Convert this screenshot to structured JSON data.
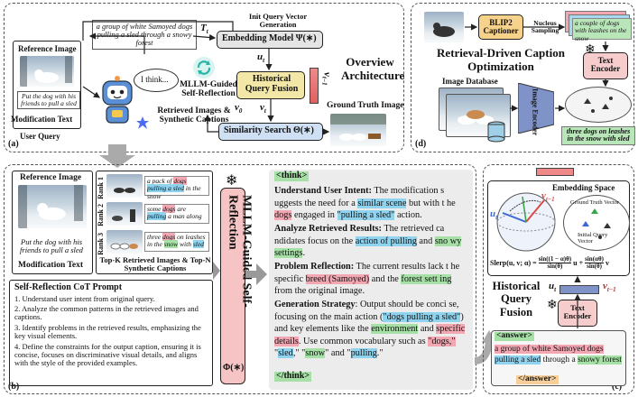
{
  "panel_a": {
    "tag": "(a)",
    "reference_image_label": "Reference Image",
    "modification_text": "Put the dog with his friends to pull a sled",
    "modification_text_label": "Modification Text",
    "user_query_label": "User Query",
    "caption_text": "a group of white Samoyed dogs pulling a sled through a snowy forest",
    "t_t": "T",
    "t_sub": "t",
    "init_query_label": "Init Query Vector Generation",
    "embedding_model_label": "Embedding  Model",
    "embedding_symbol": "Ψ(∗)",
    "u_t": "u",
    "u_sub": "t",
    "historical_fusion_label": "Historical Query Fusion",
    "v_t1": "v",
    "v_t1_sub": "t−1",
    "v0": "v",
    "v0_sub": "0",
    "vt": "v",
    "vt_sub": "t",
    "think_bubble": "I think...",
    "mllm_guided_label": "MLLM-Guided Self-Reflection",
    "retrieved_label": "Retrieved Images & Synthetic Captions",
    "similarity_label": "Similarity Search",
    "similarity_symbol": "Θ(∗)",
    "ground_truth_label": "Ground Truth Image",
    "overview_title": "Overview Architecture"
  },
  "panel_d": {
    "tag": "(d)",
    "blip_label": "BLIP2 Captioner",
    "nucleus_label": "Nucleus Sampling",
    "caption_sample": "a couple of dogs with leashes on the snow",
    "title": "Retrieval-Driven Caption Optimization",
    "text_encoder_label": "Text Encoder",
    "image_database_label": "Image Database",
    "image_encoder_label": "Image Encoder",
    "result_caption": "three dogs on leashes in the snow with sled"
  },
  "panel_b": {
    "tag": "(b)",
    "reference_image_label": "Reference Image",
    "modification_text": "Put the dog with his friends to pull a sled",
    "modification_text_label": "Modification Text",
    "rank1": "Rank 1",
    "rank2": "Rank 2",
    "rank3": "Rank 3",
    "rank1_caption_pre": "a pack of ",
    "rank1_caption_h1": "dogs",
    "rank1_caption_mid": " ",
    "rank1_caption_h2": "pulling a sled",
    "rank1_caption_post": " in the snow",
    "rank2_caption_pre": "some ",
    "rank2_caption_h1": "dogs",
    "rank2_caption_mid": " are ",
    "rank2_caption_h2": "pulling",
    "rank2_caption_post": " a man along",
    "rank3_caption_pre": "three ",
    "rank3_caption_h1": "dogs",
    "rank3_caption_mid": " on leashes in the ",
    "rank3_caption_h2": "snow",
    "rank3_caption_mid2": " with ",
    "rank3_caption_h3": "sled",
    "topk_label": "Top-K Retrieved Images & Top-N Synthetic Captions",
    "cot_title": "Self-Reflection CoT Prompt",
    "cot_items": [
      "1. Understand user intent from original query.",
      "2. Analyze the common patterns in the retrieved images and captions.",
      "3. Identify problems in the retrieved results, emphasizing the key visual elements.",
      "4. Define the constraints for the output caption, ensuring it is concise, focuses on discriminative visual details, and aligns with the style of the provided examples."
    ],
    "mllm_vertical_label": "MLLM-Guided Self-Reflection",
    "mllm_symbol": "Φ(∗)"
  },
  "think": {
    "open_tag": "<think>",
    "close_tag": "</think>",
    "s1_title": "Understand User Intent:",
    "s1_a": " The modification s uggests the need for a ",
    "s1_h1": "similar scene",
    "s1_b": " but with t he ",
    "s1_h2": "dogs",
    "s1_c": " engaged in ",
    "s1_h3": "\"pulling a sled\"",
    "s1_d": " action.",
    "s2_title": "Analyze Retrieved Results:",
    "s2_a": " The retrieved ca ndidates focus on the ",
    "s2_h1": "action of pulling",
    "s2_b": " and ",
    "s2_h2": "sno wy settings",
    "s2_c": ".",
    "s3_title": "Problem Reflection:",
    "s3_a": " The current results lack t he specific ",
    "s3_h1": "breed (Samoyed)",
    "s3_b": " and the ",
    "s3_h2": "forest sett ing",
    "s3_c": " from the original image.",
    "s4_title": "Generation Strategy",
    "s4_a": ": Output should be conci se, focusing on the main action (",
    "s4_h1": "\"dogs pulling a sled\"",
    "s4_b": ") and key elements like the ",
    "s4_h2": "environment",
    "s4_c": " and ",
    "s4_h3": "specific details",
    "s4_d": ". Use common vocabulary such as ",
    "s4_h4": "\"dogs,\"",
    "s4_e": " \"",
    "s4_h5": "sled",
    "s4_f": ",\" \"",
    "s4_h6": "snow",
    "s4_g": "\" and \"",
    "s4_h7": "pulling",
    "s4_i": ".\""
  },
  "panel_c": {
    "tag": "(c)",
    "embedding_space_label": "Embedding Space",
    "ground_truth_vector": "Ground Truth Vector",
    "initial_query_vector": "Initial Query Vector",
    "slerp_label": "Slerp(u, v; α) =",
    "slerp_num1": "sin((1 − α)θ)",
    "slerp_den1": "sin(θ)",
    "slerp_mid": "u +",
    "slerp_num2": "sin(αθ)",
    "slerp_den2": "sin(θ)",
    "slerp_end": "v",
    "historical_title": "Historical Query Fusion",
    "text_encoder_label": "Text Encoder",
    "answer_open": "<answer>",
    "answer_close": "</answer>",
    "answer_h1": "a group of white Samoyed dogs",
    "answer_mid": " ",
    "answer_h2": "pulling a sled",
    "answer_mid2": " through a ",
    "answer_h3": "snowy forest",
    "ut": "u",
    "ut_sub": "t",
    "vt1": "v",
    "vt1_sub": "t−1",
    "vt": "v",
    "vt_sub": "t"
  }
}
